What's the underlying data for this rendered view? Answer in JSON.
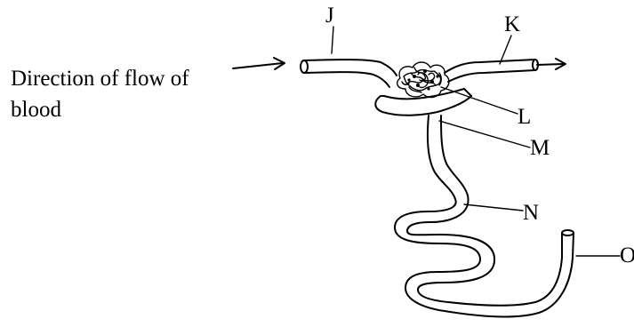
{
  "caption": {
    "line1": "Direction of flow of",
    "line2": "blood"
  },
  "labels": {
    "j": "J",
    "k": "K",
    "l": "L",
    "m": "M",
    "n": "N",
    "o": "O"
  },
  "colors": {
    "ink": "#000000",
    "background": "#ffffff"
  }
}
